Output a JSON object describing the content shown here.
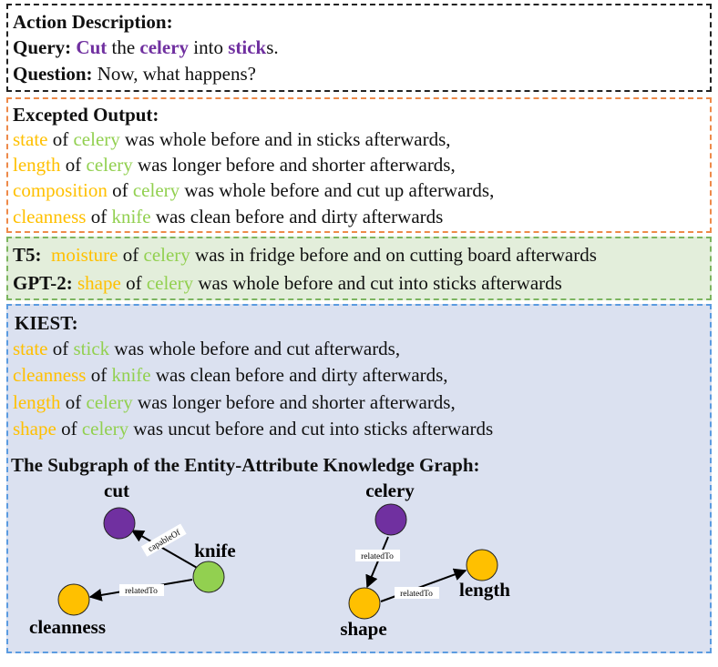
{
  "action": {
    "heading": "Action Description:",
    "query_label": "Query:",
    "query_parts": [
      "Cut",
      " the ",
      "celery",
      " into ",
      "stick",
      "s."
    ],
    "question_label": "Question:",
    "question_text": " Now, what happens?"
  },
  "expected": {
    "heading": "Excepted Output:",
    "lines": [
      {
        "attr": "state",
        "of": " of ",
        "entity": "celery",
        "rest": " was whole before and in sticks afterwards,"
      },
      {
        "attr": "length",
        "of": " of ",
        "entity": "celery",
        "rest": " was longer before and shorter afterwards,"
      },
      {
        "attr": "composition",
        "of": " of ",
        "entity": "celery",
        "rest": " was whole before and cut up afterwards,"
      },
      {
        "attr": "cleanness",
        "of": " of ",
        "entity": "knife",
        "rest": " was clean before and dirty afterwards"
      }
    ]
  },
  "baselines": [
    {
      "label": "T5:",
      "attr": "moisture",
      "of": " of ",
      "entity": "celery",
      "rest": " was in fridge before and on cutting board afterwards"
    },
    {
      "label": "GPT-2:",
      "attr": "shape",
      "of": " of ",
      "entity": "celery",
      "rest": " was whole before and cut into sticks afterwards"
    }
  ],
  "kiest": {
    "heading": "KIEST:",
    "lines": [
      {
        "attr": "state",
        "of": " of ",
        "entity": "stick",
        "rest": " was whole before and cut afterwards,"
      },
      {
        "attr": "cleanness",
        "of": " of ",
        "entity": "knife",
        "rest": " was clean before and dirty afterwards,"
      },
      {
        "attr": "length",
        "of": " of ",
        "entity": "celery",
        "rest": " was longer before and shorter afterwards,"
      },
      {
        "attr": "shape",
        "of": " of ",
        "entity": "celery",
        "rest": " was uncut before and cut into sticks afterwards"
      }
    ],
    "graph_title": "The Subgraph of the Entity-Attribute Knowledge Graph:"
  },
  "graph": {
    "nodes": {
      "cut": "cut",
      "knife": "knife",
      "cleanness": "cleanness",
      "celery": "celery",
      "shape": "shape",
      "length": "length"
    },
    "edges": {
      "knife_cut": "capableOf",
      "knife_cleanness": "relatedTo",
      "celery_shape": "relatedTo",
      "shape_length": "relatedTo"
    }
  },
  "colors": {
    "action_purple": "#7030a0",
    "attribute_yellow": "#ffc000",
    "entity_green": "#92d050",
    "node_purple": "#7030a0",
    "node_yellow": "#ffc000",
    "node_green": "#92d050"
  }
}
